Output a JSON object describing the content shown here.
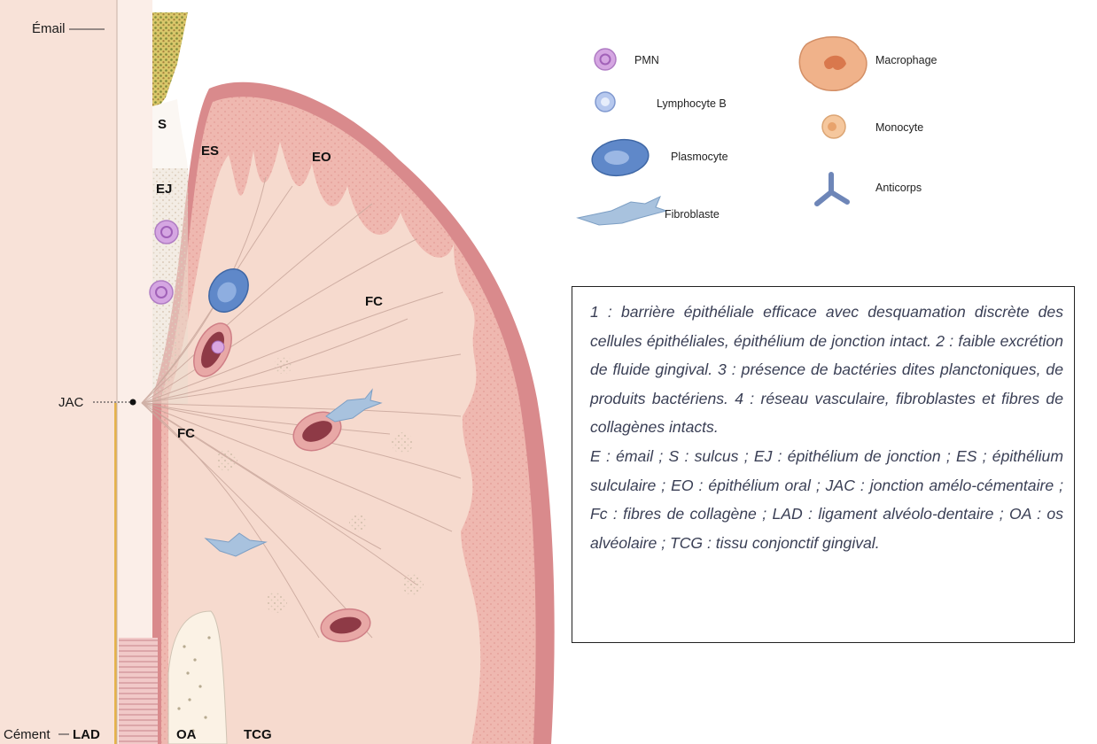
{
  "diagram": {
    "labels": {
      "email": "Émail",
      "s": "S",
      "es": "ES",
      "eo": "EO",
      "ej": "EJ",
      "fc_upper": "FC",
      "fc_lower": "FC",
      "jac": "JAC",
      "cement": "Cément",
      "lad": "LAD",
      "oa": "OA",
      "tcg": "TCG"
    },
    "legend": [
      {
        "id": "pmn",
        "label": "PMN"
      },
      {
        "id": "lymphocyte",
        "label": "Lymphocyte B"
      },
      {
        "id": "plasmocyte",
        "label": "Plasmocyte"
      },
      {
        "id": "fibroblaste",
        "label": "Fibroblaste"
      },
      {
        "id": "macrophage",
        "label": "Macrophage"
      },
      {
        "id": "monocyte",
        "label": "Monocyte"
      },
      {
        "id": "anticorps",
        "label": "Anticorps"
      }
    ],
    "colors": {
      "tissue": "#f6dccf",
      "epithelium_outer": "#d9868a",
      "epithelium_inner": "#f0c4bd",
      "tooth": "#f7e7df",
      "cement_line": "#e6b34a",
      "pmn": "#c58ad8",
      "lymphocyte": "#a9bde8",
      "plasmocyte": "#5d86c6",
      "fibroblaste": "#9cb9d8",
      "macrophage": "#f0b28a",
      "monocyte": "#f3c59c",
      "anticorps": "#6e86b8",
      "vessel": "#a64a55",
      "enamel_dots": "#9aa14a"
    }
  },
  "caption": {
    "paragraph1": "1 : barrière épithéliale efficace avec desquamation discrète des cellules épithéliales, épithélium de jonction intact. 2 : faible excrétion de fluide gingival. 3 : présence de bactéries dites planctoniques, de produits bactériens. 4 : réseau vasculaire, fibroblastes et fibres de collagènes intacts.",
    "paragraph2": "E : émail ; S : sulcus ; EJ : épithélium de jonction ; ES ; épithélium sulculaire ; EO : épithélium oral ; JAC : jonction amélo-cémentaire ; Fc : fibres de collagène ; LAD : ligament alvéolo-dentaire ; OA : os alvéolaire ; TCG : tissu conjonctif gingival."
  }
}
